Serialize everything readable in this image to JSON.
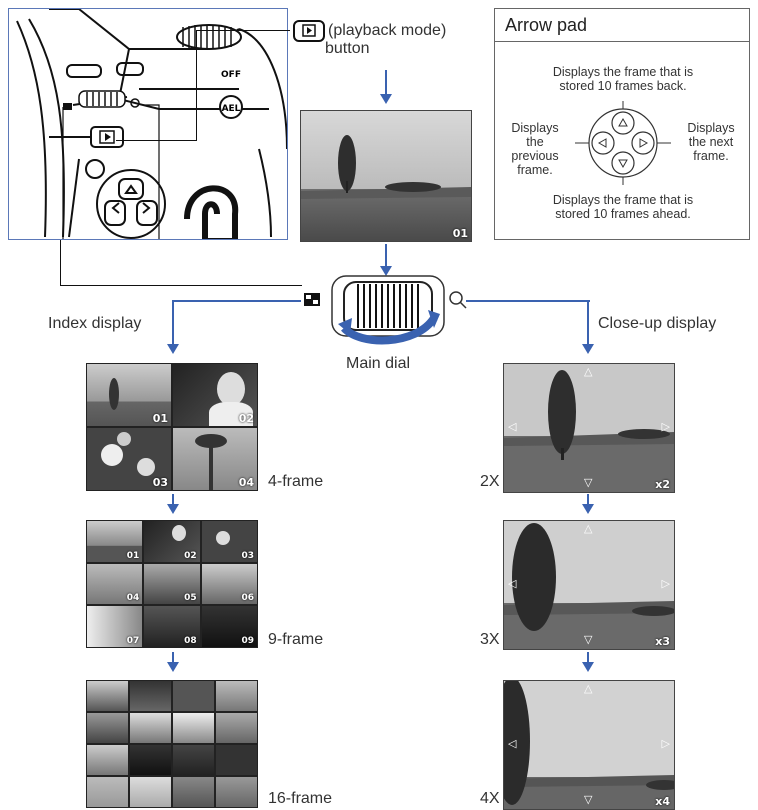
{
  "playback": {
    "label_line1": "(playback mode)",
    "label_line2": "button"
  },
  "preview": {
    "frame_number": "01"
  },
  "arrow_pad": {
    "title": "Arrow pad",
    "up": "Displays the frame that is stored 10 frames back.",
    "left": "Displays the previous frame.",
    "right": "Displays the next frame.",
    "down": "Displays the frame that is stored 10 frames ahead."
  },
  "dial": {
    "label": "Main dial"
  },
  "index": {
    "title": "Index display",
    "frames4": {
      "label": "4-frame",
      "numbers": [
        "01",
        "02",
        "03",
        "04"
      ]
    },
    "frames9": {
      "label": "9-frame",
      "numbers": [
        "01",
        "02",
        "03",
        "04",
        "05",
        "06",
        "07",
        "08",
        "09"
      ]
    },
    "frames16": {
      "label": "16-frame"
    }
  },
  "closeup": {
    "title": "Close-up display",
    "levels": [
      {
        "label": "2X",
        "badge": "x2"
      },
      {
        "label": "3X",
        "badge": "x3"
      },
      {
        "label": "4X",
        "badge": "x4"
      }
    ]
  },
  "colors": {
    "arrow": "#3a62b0",
    "camera_border": "#5b78b8"
  }
}
